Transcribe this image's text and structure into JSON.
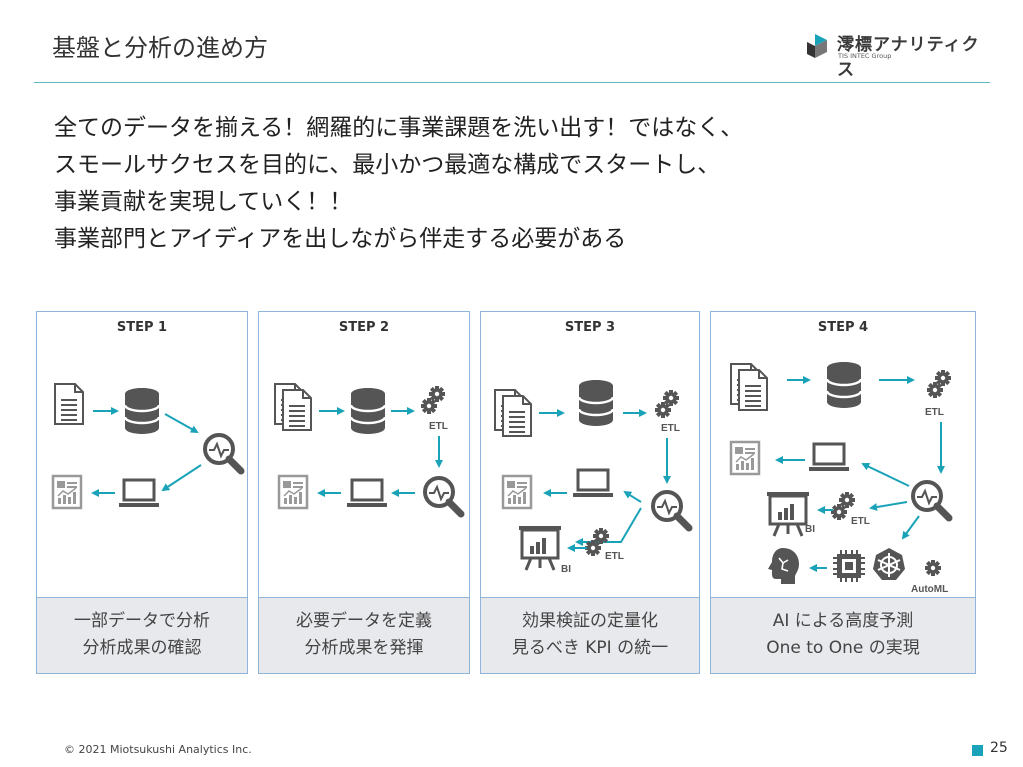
{
  "header": {
    "title": "基盤と分析の進め方"
  },
  "logo": {
    "name": "澪標アナリティクス",
    "sub": "TIS INTEC Group"
  },
  "lead": [
    "全てのデータを揃える！網羅的に事業課題を洗い出す！ではなく、",
    "スモールサクセスを目的に、最小かつ最適な構成でスタートし、",
    "事業貢献を実現していく！！",
    "事業部門とアイディアを出しながら伴走する必要がある"
  ],
  "steps": [
    {
      "label": "STEP 1",
      "caption": [
        "一部データで分析",
        "分析成果の確認"
      ]
    },
    {
      "label": "STEP 2",
      "caption": [
        "必要データを定義",
        "分析成果を発揮"
      ]
    },
    {
      "label": "STEP 3",
      "caption": [
        "効果検証の定量化",
        "見るべき KPI の統一"
      ]
    },
    {
      "label": "STEP 4",
      "caption": [
        "AI による高度予測",
        "One to One の実現"
      ]
    }
  ],
  "icon_labels": {
    "etl": "ETL",
    "bi": "BI",
    "automl": "AutoML"
  },
  "footer": {
    "copyright": "© 2021 Miotsukushi Analytics  Inc.",
    "page": "25"
  },
  "colors": {
    "accent": "#1aa3b8",
    "card_border": "#8fb6da",
    "caption_bg": "#e8e9ec",
    "icon": "#555555"
  },
  "icons": [
    "document-icon",
    "database-icon",
    "analytics-magnifier-icon",
    "laptop-icon",
    "report-icon",
    "gear-icon",
    "presentation-board-icon",
    "chip-icon",
    "kubernetes-icon",
    "ai-head-icon"
  ]
}
